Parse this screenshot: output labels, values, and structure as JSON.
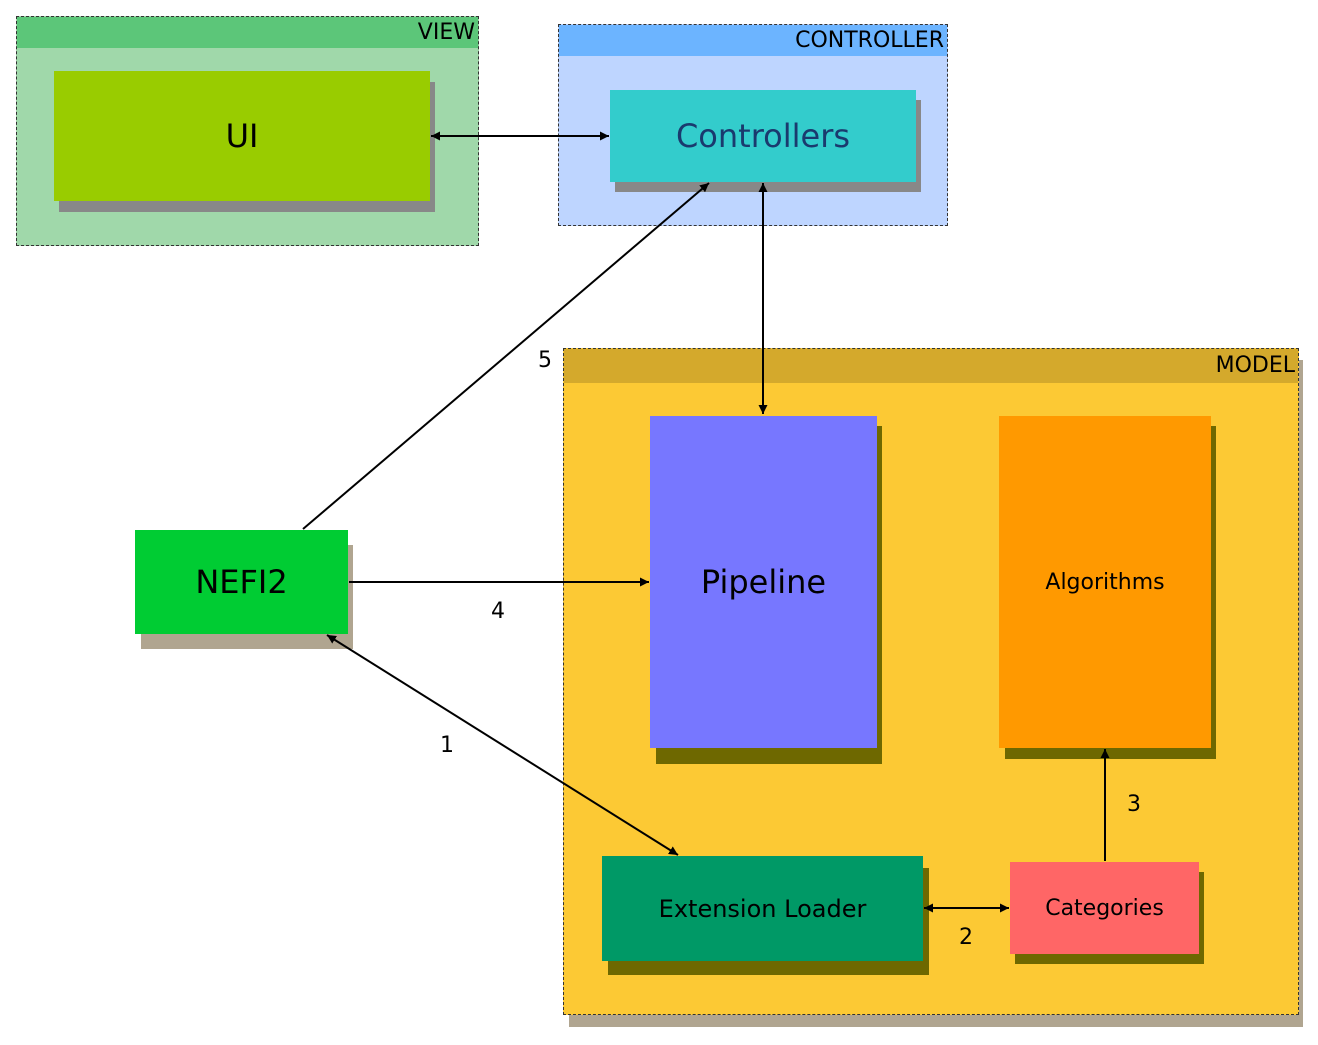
{
  "groups": {
    "view": {
      "label": "VIEW",
      "head_color": "#5cc679",
      "body_color": "#a0d8aa"
    },
    "controller": {
      "label": "CONTROLLER",
      "head_color": "#6cb4ff",
      "body_color": "#bed5ff"
    },
    "model": {
      "label": "MODEL",
      "head_color": "#d4a92c",
      "body_color": "#fcc934"
    }
  },
  "nodes": {
    "ui": {
      "label": "UI",
      "color": "#99cc00"
    },
    "controllers": {
      "label": "Controllers",
      "color": "#33cccc"
    },
    "nefi2": {
      "label": "NEFI2",
      "color": "#00cc33"
    },
    "pipeline": {
      "label": "Pipeline",
      "color": "#7777ff"
    },
    "algorithms": {
      "label": "Algorithms",
      "color": "#ff9900"
    },
    "extension_loader": {
      "label": "Extension Loader",
      "color": "#009966"
    },
    "categories": {
      "label": "Categories",
      "color": "#ff6666"
    }
  },
  "edges": {
    "e1": {
      "label": "1"
    },
    "e2": {
      "label": "2"
    },
    "e3": {
      "label": "3"
    },
    "e4": {
      "label": "4"
    },
    "e5": {
      "label": "5"
    }
  }
}
